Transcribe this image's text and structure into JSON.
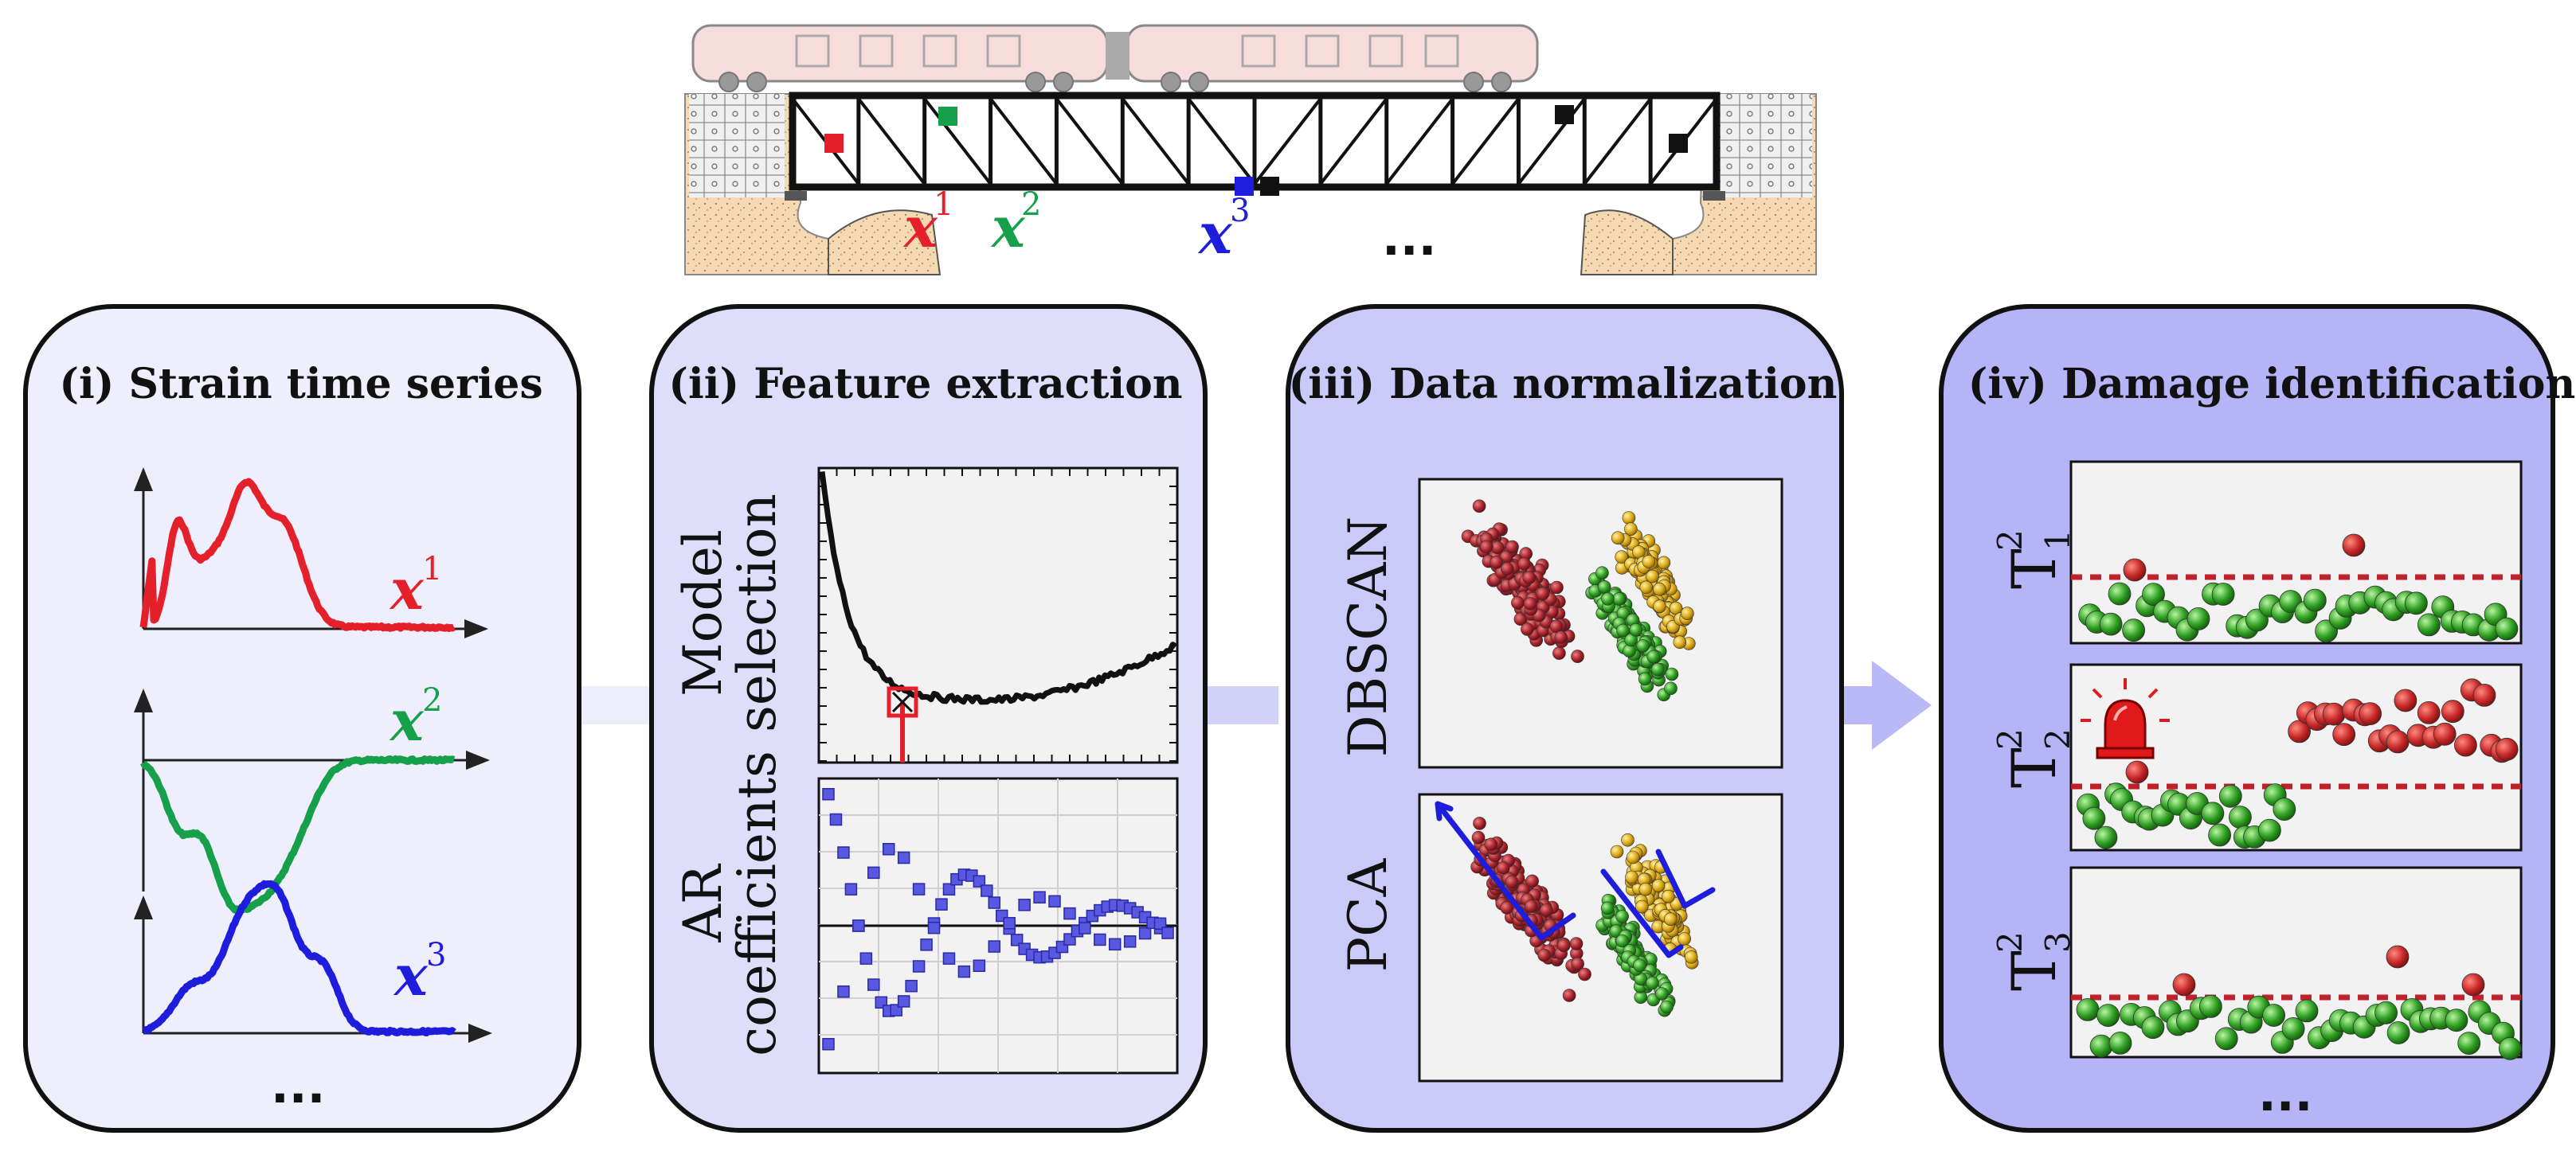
{
  "panels": {
    "p1": {
      "title": "(i) Strain time series"
    },
    "p2": {
      "title": "(ii) Feature extraction"
    },
    "p3": {
      "title": "(iii) Data normalization"
    },
    "p4": {
      "title": "(iv) Damage identification"
    }
  },
  "bridge": {
    "sensor_labels": [
      {
        "base": "x",
        "sup": "1",
        "color": "#e4202a"
      },
      {
        "base": "x",
        "sup": "2",
        "color": "#16a04a"
      },
      {
        "base": "x",
        "sup": "3",
        "color": "#1d1ddb"
      }
    ],
    "ellipsis": "..."
  },
  "strain": {
    "series_labels": [
      {
        "base": "x",
        "sup": "1",
        "color": "#e4202a"
      },
      {
        "base": "x",
        "sup": "2",
        "color": "#16a04a"
      },
      {
        "base": "x",
        "sup": "3",
        "color": "#1d1ddb"
      }
    ],
    "ellipsis": "..."
  },
  "feature": {
    "model_selection_label_line1": "Model",
    "model_selection_label_line2": "selection",
    "ar_label_line1": "AR",
    "ar_label_line2": "coefficients"
  },
  "normalization": {
    "dbscan_label": "DBSCAN",
    "pca_label": "PCA"
  },
  "damage": {
    "tstat_labels": [
      {
        "base": "T",
        "sup": "2",
        "sub": "1"
      },
      {
        "base": "T",
        "sup": "2",
        "sub": "2"
      },
      {
        "base": "T",
        "sup": "2",
        "sub": "3"
      }
    ],
    "ellipsis": "..."
  },
  "colors": {
    "red": "#e4202a",
    "green": "#16a04a",
    "blue": "#1d1ddb",
    "cluster_red": "#b3232e",
    "cluster_green": "#2aa023",
    "cluster_yellow": "#e0b21b",
    "panel1_bg": "#eeeefc",
    "panel2_bg": "#dedefa",
    "panel3_bg": "#cacaf8",
    "panel4_bg": "#b4b4f6"
  }
}
